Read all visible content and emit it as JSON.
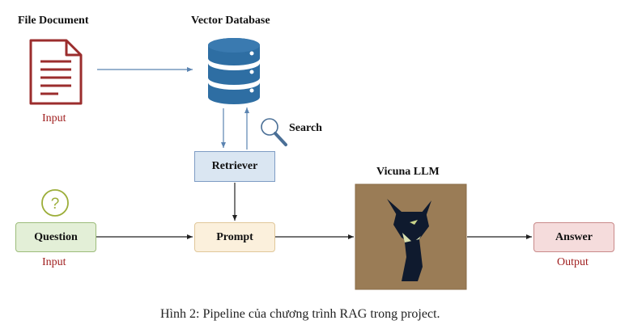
{
  "nodes": {
    "file_document": {
      "title": "File Document",
      "sub": "Input"
    },
    "vector_database": {
      "title": "Vector Database"
    },
    "search": {
      "label": "Search"
    },
    "retriever": {
      "label": "Retriever"
    },
    "vicuna": {
      "title": "Vicuna LLM"
    },
    "question": {
      "label": "Question",
      "sub": "Input"
    },
    "prompt": {
      "label": "Prompt"
    },
    "answer": {
      "label": "Answer",
      "sub": "Output"
    }
  },
  "caption": "Hình 2: Pipeline của chương trình RAG trong project.",
  "colors": {
    "input_red": "#a01f1f",
    "arrow_blue": "#5b84b1",
    "arrow_black": "#222222",
    "retriever_fill": "#dae6f2",
    "retriever_border": "#7e9cc4",
    "question_fill": "#e3efd7",
    "question_border": "#9cbc7a",
    "prompt_fill": "#fbf0dc",
    "prompt_border": "#e0c79a",
    "answer_fill": "#f5dcdc",
    "answer_border": "#c98a8a",
    "database_blue": "#2e6ea3",
    "question_icon": "#9cae3a",
    "llama_bg": "#9a7c56"
  }
}
